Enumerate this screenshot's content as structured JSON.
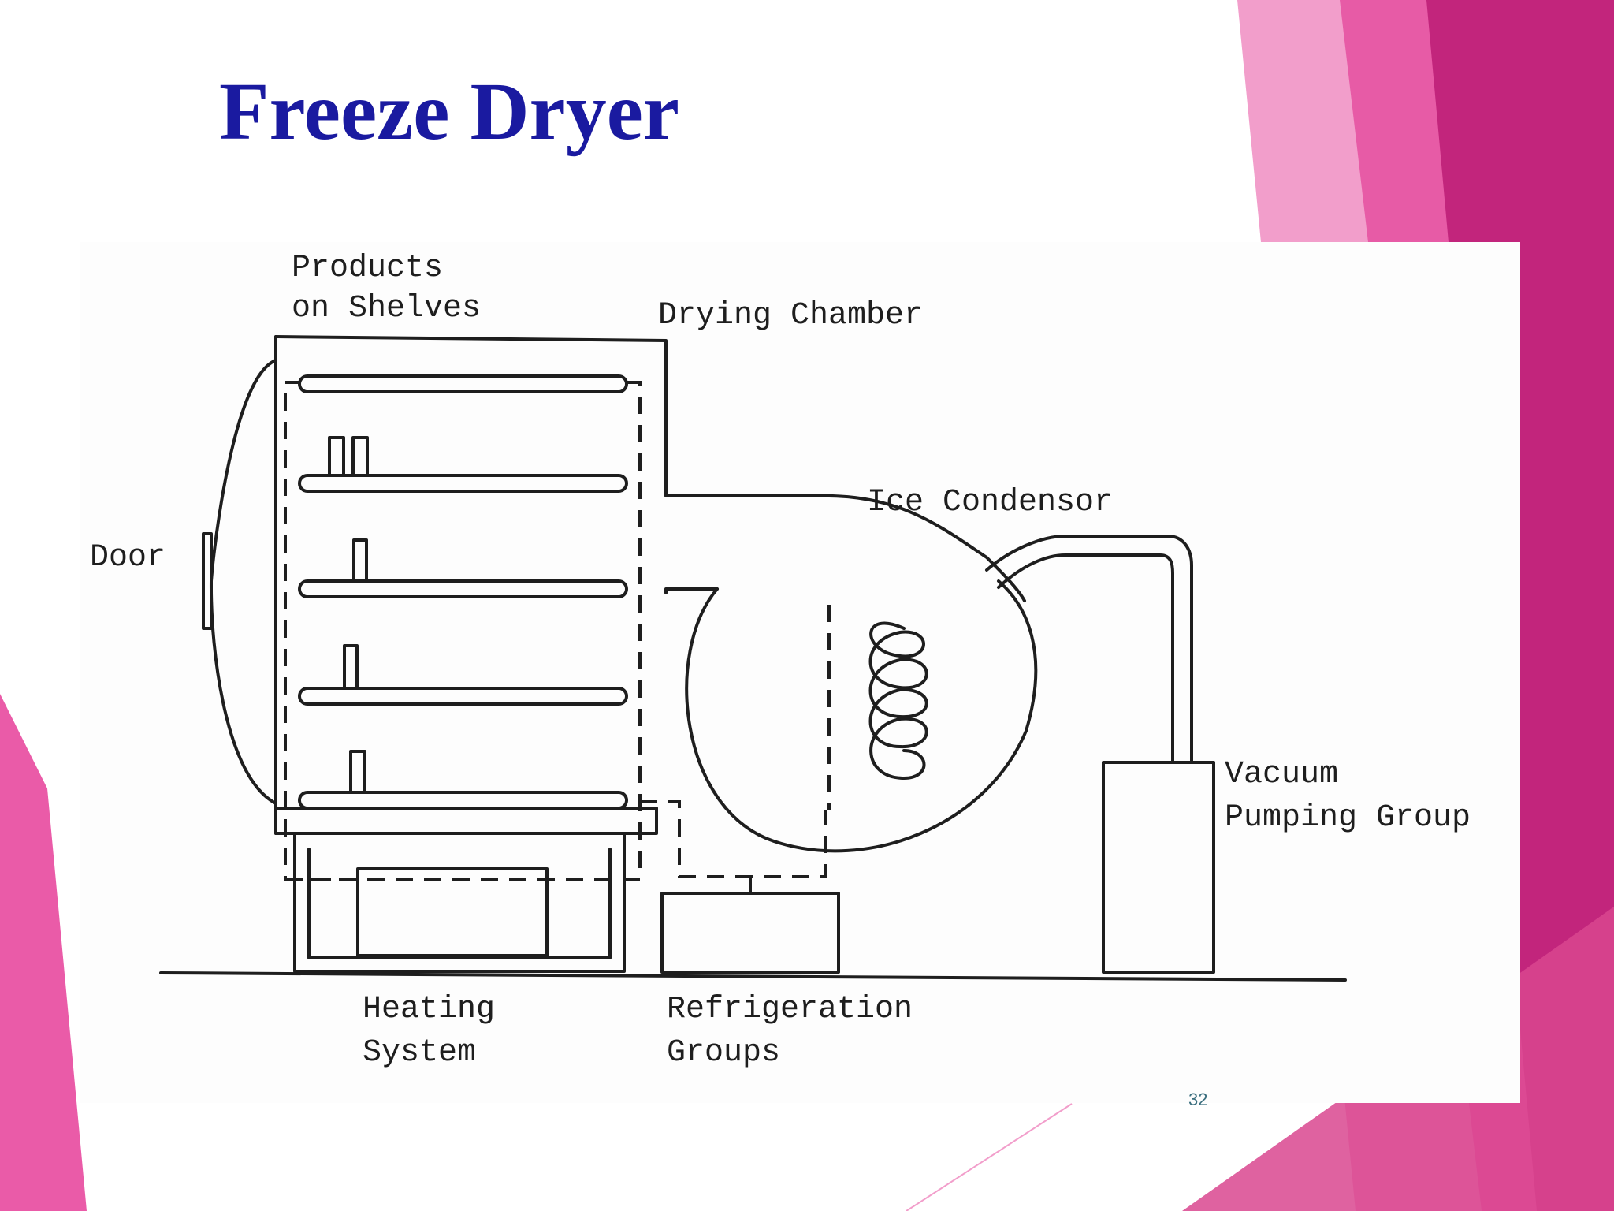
{
  "slide": {
    "title": "Freeze Dryer",
    "page_number": "32",
    "accent_colors": [
      "#f08cc4",
      "#e8509f",
      "#c2237a",
      "#b3186f"
    ],
    "title_color": "#1a1aa0"
  },
  "diagram": {
    "labels": {
      "products_line1": "Products",
      "products_line2": "on Shelves",
      "drying_chamber": "Drying Chamber",
      "ice_condensor": "Ice Condensor",
      "door": "Door",
      "vacuum_line1": "Vacuum",
      "vacuum_line2": "Pumping Group",
      "heating_line1": "Heating",
      "heating_line2": "System",
      "refrigeration_line1": "Refrigeration",
      "refrigeration_line2": "Groups"
    }
  }
}
